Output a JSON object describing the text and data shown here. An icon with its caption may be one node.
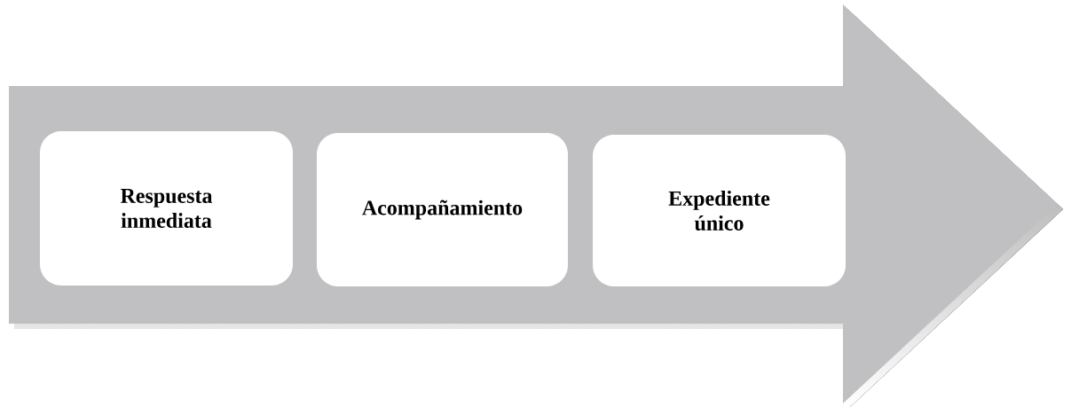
{
  "diagram": {
    "nodes": [
      {
        "text": [],
        "shape": "arrow"
      },
      {
        "text": [
          "Respuesta inmediata"
        ],
        "in": 0
      },
      {
        "text": [
          "Acompañamiento"
        ],
        "in": 0
      },
      {
        "text": [
          "Expediente único"
        ],
        "in": 0
      }
    ]
  }
}
